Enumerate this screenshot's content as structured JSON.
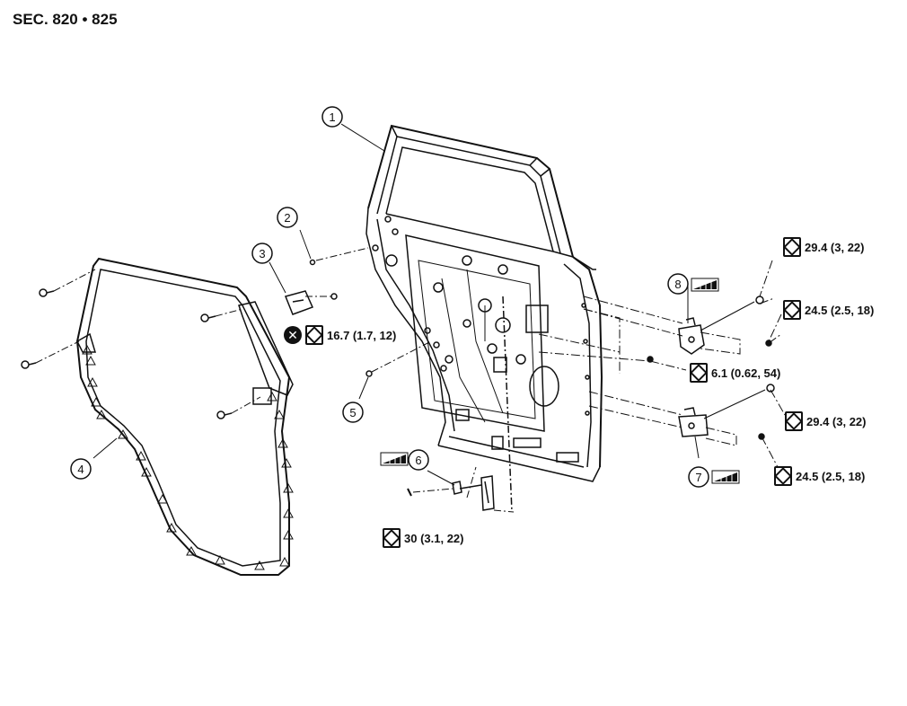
{
  "section_label": "SEC. 820 • 825",
  "callouts": [
    {
      "id": "1",
      "label": "1"
    },
    {
      "id": "2",
      "label": "2"
    },
    {
      "id": "3",
      "label": "3"
    },
    {
      "id": "4",
      "label": "4"
    },
    {
      "id": "5",
      "label": "5"
    },
    {
      "id": "6",
      "label": "6"
    },
    {
      "id": "7",
      "label": "7"
    },
    {
      "id": "8",
      "label": "8"
    }
  ],
  "torque_specs": [
    {
      "id": "t1",
      "text": "29.4 (3, 22)"
    },
    {
      "id": "t2",
      "text": "24.5 (2.5, 18)"
    },
    {
      "id": "t3",
      "text": "6.1 (0.62, 54)"
    },
    {
      "id": "t4",
      "text": "29.4 (3, 22)"
    },
    {
      "id": "t5",
      "text": "24.5 (2.5, 18)"
    },
    {
      "id": "t6",
      "text": "30 (3.1, 22)"
    },
    {
      "id": "t7",
      "text": "16.7 (1.7, 12)"
    }
  ],
  "icons": {
    "torque": "hex-nut-wrench-icon",
    "replace": "do-not-reuse-x-icon",
    "align": "alignment-gauge-icon"
  }
}
